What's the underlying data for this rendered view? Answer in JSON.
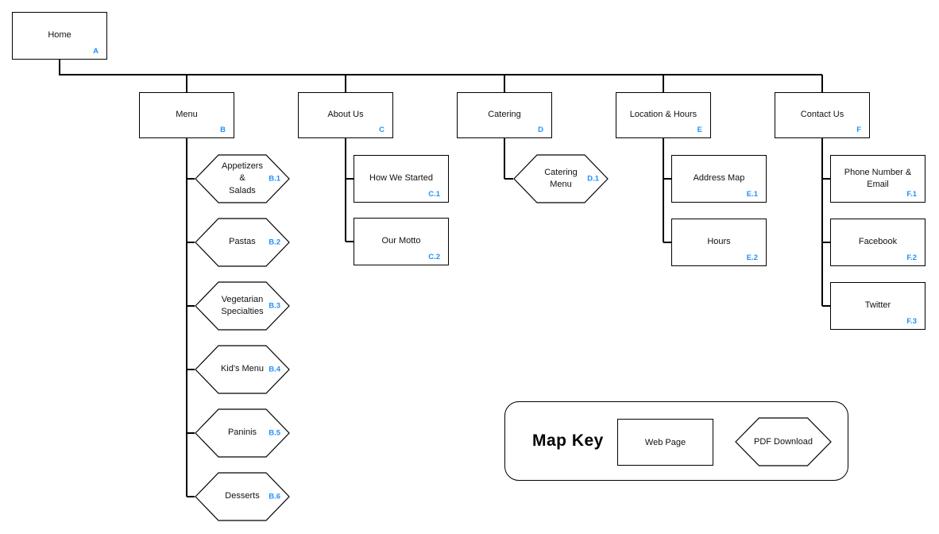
{
  "diagram": {
    "accent_color": "#1E8FFF",
    "root": {
      "label": "Home",
      "code": "A",
      "type": "page"
    },
    "sections": [
      {
        "label": "Menu",
        "code": "B",
        "type": "page",
        "children": [
          {
            "label": "Appetizers\n&\nSalads",
            "code": "B.1",
            "type": "pdf"
          },
          {
            "label": "Pastas",
            "code": "B.2",
            "type": "pdf"
          },
          {
            "label": "Vegetarian\nSpecialties",
            "code": "B.3",
            "type": "pdf"
          },
          {
            "label": "Kid's Menu",
            "code": "B.4",
            "type": "pdf"
          },
          {
            "label": "Paninis",
            "code": "B.5",
            "type": "pdf"
          },
          {
            "label": "Desserts",
            "code": "B.6",
            "type": "pdf"
          }
        ]
      },
      {
        "label": "About Us",
        "code": "C",
        "type": "page",
        "children": [
          {
            "label": "How We Started",
            "code": "C.1",
            "type": "page"
          },
          {
            "label": "Our Motto",
            "code": "C.2",
            "type": "page"
          }
        ]
      },
      {
        "label": "Catering",
        "code": "D",
        "type": "page",
        "children": [
          {
            "label": "Catering\nMenu",
            "code": "D.1",
            "type": "pdf"
          }
        ]
      },
      {
        "label": "Location & Hours",
        "code": "E",
        "type": "page",
        "children": [
          {
            "label": "Address Map",
            "code": "E.1",
            "type": "page"
          },
          {
            "label": "Hours",
            "code": "E.2",
            "type": "page"
          }
        ]
      },
      {
        "label": "Contact Us",
        "code": "F",
        "type": "page",
        "children": [
          {
            "label": "Phone Number &\nEmail",
            "code": "F.1",
            "type": "page"
          },
          {
            "label": "Facebook",
            "code": "F.2",
            "type": "page"
          },
          {
            "label": "Twitter",
            "code": "F.3",
            "type": "page"
          }
        ]
      }
    ]
  },
  "map_key": {
    "title": "Map Key",
    "items": [
      {
        "label": "Web Page",
        "type": "page"
      },
      {
        "label": "PDF Download",
        "type": "pdf"
      }
    ]
  }
}
